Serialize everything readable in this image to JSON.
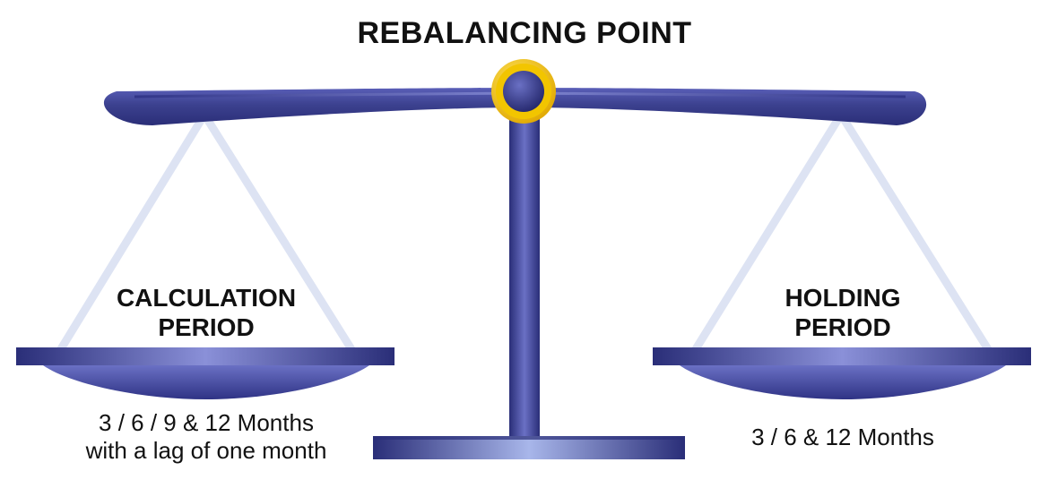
{
  "diagram": {
    "title": "REBALANCING POINT",
    "left": {
      "title_line1": "CALCULATION",
      "title_line2": "PERIOD",
      "sub_line1": "3 / 6 / 9 & 12 Months",
      "sub_line2": "with a lag of one month"
    },
    "right": {
      "title_line1": "HOLDING",
      "title_line2": "PERIOD",
      "sub_line1": "3 / 6 & 12 Months"
    }
  },
  "colors": {
    "beam_dark": "#2b2f82",
    "beam_mid": "#4a4fa8",
    "beam_light": "#8a90d8",
    "string": "#dde3f3",
    "pivot_gold": "#f2c500",
    "pivot_gold_light": "#ffe45c",
    "text": "#111111"
  }
}
